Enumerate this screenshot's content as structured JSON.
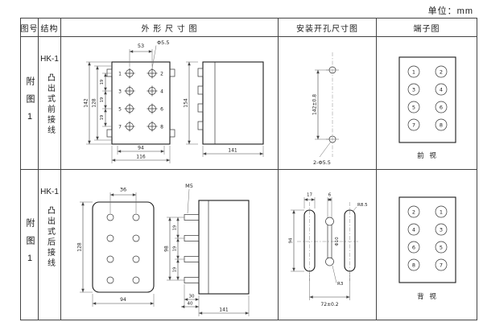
{
  "unit": "单位：mm",
  "headers": {
    "fig": "图号",
    "structure": "结构",
    "outline": "外 形 尺 寸 图",
    "install": "安装开孔尺寸图",
    "terminal": "端子图"
  },
  "r1": {
    "fig": "附图1",
    "model": "HK-1",
    "type": "凸出式前接线",
    "o": {
      "d53": "53",
      "dphi": "Φ5.5",
      "d142": "142",
      "d128": "128",
      "d19": "19",
      "d94": "94",
      "d116": "116",
      "d154": "154",
      "d141": "141",
      "n1": "1",
      "n2": "2",
      "n3": "3",
      "n4": "4",
      "n5": "5",
      "n6": "6",
      "n7": "7",
      "n8": "8"
    },
    "i": {
      "v": "142±0.8",
      "holes": "2-Φ5.5"
    },
    "t": {
      "c": [
        "1",
        "2",
        "3",
        "4",
        "5",
        "6",
        "7",
        "8"
      ],
      "view": "前 视"
    }
  },
  "r2": {
    "fig": "附图1",
    "model": "HK-1",
    "type": "凸出式后接线",
    "o": {
      "d36": "36",
      "m5": "M5",
      "d128": "128",
      "d98": "98",
      "d19": "19",
      "d94": "94",
      "d30": "30",
      "d40": "40",
      "d141": "141"
    },
    "i": {
      "d17": "17",
      "d6": "6",
      "r85": "R8.5",
      "d94": "94",
      "phi": "Φ10",
      "r3": "R3",
      "d72": "72±0.2"
    },
    "t": {
      "c": [
        "2",
        "1",
        "4",
        "3",
        "6",
        "5",
        "8",
        "7"
      ],
      "view": "背 视"
    }
  }
}
